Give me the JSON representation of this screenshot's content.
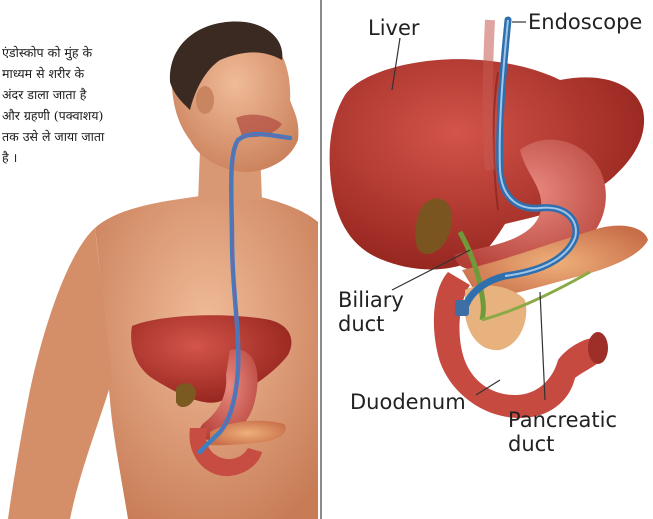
{
  "caption": {
    "lines": [
      "एंडोस्कोप को मुंह के",
      "माध्यम से शरीर के",
      "अंदर डाला जाता है",
      "और ग्रहणी (पक्वाशय)",
      "तक उसे ले जाया जाता",
      "है ।"
    ]
  },
  "labels": {
    "liver": "Liver",
    "endoscope": "Endoscope",
    "biliary_duct": [
      "Biliary",
      "duct"
    ],
    "duodenum": "Duodenum",
    "pancreatic_duct": [
      "Pancreatic",
      "duct"
    ]
  },
  "colors": {
    "skin": "#e2a27c",
    "liver": "#b8342a",
    "stomach": "#d0584e",
    "pancreas": "#dc8a5a",
    "endoscope": "#3f7fbf",
    "bile_duct": "#6f9a3a"
  }
}
